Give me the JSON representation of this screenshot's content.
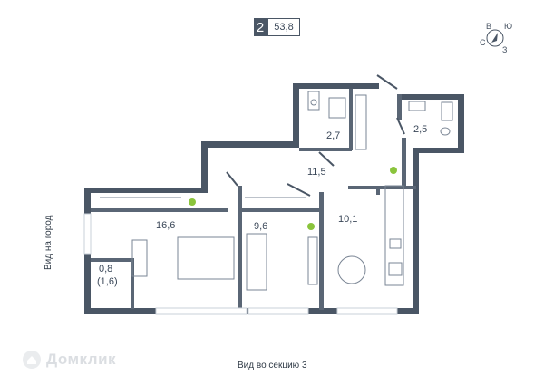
{
  "badge": {
    "rooms": "2",
    "area": "53,8"
  },
  "compass": {
    "north": "В",
    "east": "Ю",
    "south": "З",
    "west": "С"
  },
  "rooms": [
    {
      "id": "bath-1",
      "area": "2,7"
    },
    {
      "id": "bath-2",
      "area": "2,5"
    },
    {
      "id": "hall",
      "area": "11,5"
    },
    {
      "id": "living",
      "area": "16,6"
    },
    {
      "id": "bedroom",
      "area": "9,6"
    },
    {
      "id": "kitchen",
      "area": "10,1"
    },
    {
      "id": "balcony",
      "area": "0,8",
      "area_full": "(1,6)"
    }
  ],
  "captions": {
    "bottom": "Вид во секцию 3",
    "side": "Вид на город"
  },
  "watermark": {
    "text": "Домклик"
  },
  "colors": {
    "wall": "#4a5665",
    "window": "#c9d0d8",
    "plant": "#8ac43c",
    "furniture": "#7a8594"
  }
}
